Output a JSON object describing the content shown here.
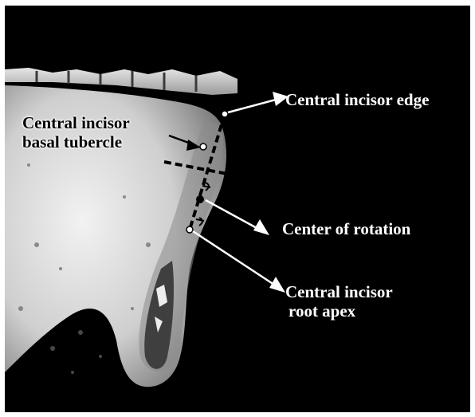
{
  "image": {
    "subject": "jaw-scan",
    "background_color": "#000000",
    "bone_color": "#d9d9d9",
    "annotation_color": "#ffffff"
  },
  "labels": {
    "incisor_edge": "Central incisor edge",
    "basal_tubercle": {
      "line1": "Central incisor",
      "line2": "basal tubercle"
    },
    "center_of_rotation": "Center of rotation",
    "root_apex": {
      "line1": "Central incisor",
      "line2": "root apex"
    }
  }
}
